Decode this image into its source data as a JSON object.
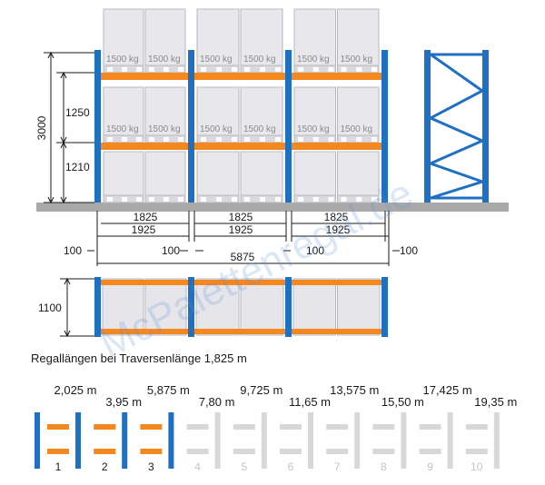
{
  "watermark": "McPalettenregal.de",
  "colors": {
    "upright": "#1f6fc2",
    "beam": "#f5871f",
    "pallet_face": "#e8e8ec",
    "pallet_edge": "#b9b9c0",
    "floor": "#a9a9a9",
    "frame_brace": "#1f6fc2",
    "inactive": "#d8d8d8"
  },
  "front_view": {
    "load_label": "1500 kg",
    "dims": {
      "total_height": "3000",
      "level_1": "1250",
      "level_2": "1210",
      "beam_length": "1825",
      "bay_width": "1925",
      "upright_gap": "100",
      "total_length": "5875"
    }
  },
  "plan_view": {
    "depth": "1100"
  },
  "lengths_table": {
    "title": "Regallängen bei Traversenlänge 1,825 m",
    "items": [
      {
        "number": "1",
        "length": "2,025 m",
        "active": true
      },
      {
        "number": "2",
        "length": "3,95 m",
        "active": true
      },
      {
        "number": "3",
        "length": "5,875 m",
        "active": true
      },
      {
        "number": "4",
        "length": "7,80 m",
        "active": false
      },
      {
        "number": "5",
        "length": "9,725 m",
        "active": false
      },
      {
        "number": "6",
        "length": "11,65 m",
        "active": false
      },
      {
        "number": "7",
        "length": "13,575 m",
        "active": false
      },
      {
        "number": "8",
        "length": "15,50 m",
        "active": false
      },
      {
        "number": "9",
        "length": "17,425 m",
        "active": false
      },
      {
        "number": "10",
        "length": "19,35 m",
        "active": false
      }
    ]
  }
}
